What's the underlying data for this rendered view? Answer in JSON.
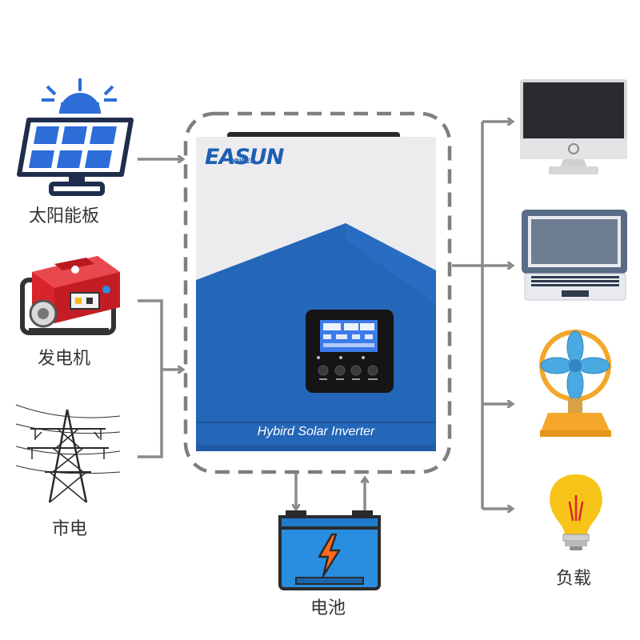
{
  "inputs": {
    "solar_label": "太阳能板",
    "generator_label": "发电机",
    "grid_label": "市电"
  },
  "inverter": {
    "brand": "EASUN",
    "brand_sub": "POWER",
    "model_label": "Hybird Solar Inverter"
  },
  "battery_label": "电池",
  "load_label": "负载",
  "colors": {
    "arrow": "#8a8a8a",
    "inverter_blue": "#2466b8",
    "solar_blue": "#2d6dd8",
    "generator_red": "#d9242b",
    "battery_blue": "#2a8ee0",
    "fan_orange": "#f4a72a",
    "bulb_yellow": "#f7c51a"
  }
}
